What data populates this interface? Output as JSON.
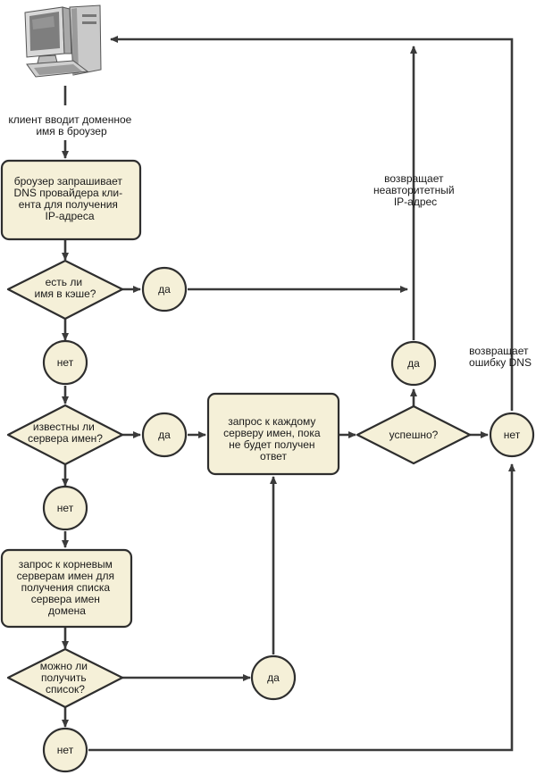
{
  "icons": {
    "computer": "desktop-computer-icon"
  },
  "colors": {
    "node_fill": "#f5f0d8",
    "stroke": "#2e2e2e",
    "line": "#3a3a3a"
  },
  "labels": {
    "client_enters": [
      "клиент вводит доменное",
      "имя в броузер"
    ],
    "returns_nonauth": [
      "возвращает",
      "неавторитетный",
      "IP-адрес"
    ],
    "returns_dns_error": [
      "возвращает",
      "ошибку DNS"
    ]
  },
  "nodes": {
    "browser_asks": [
      "броузер запрашивает",
      "DNS провайдера кли-",
      "ента для получения",
      "IP-адреса"
    ],
    "name_in_cache": [
      "есть ли",
      "имя в кэше?"
    ],
    "known_servers": [
      "известны ли",
      "сервера имен?"
    ],
    "query_each": [
      "запрос к каждому",
      "серверу имен, пока",
      "не будет получен",
      "ответ"
    ],
    "successful": [
      "успешно?"
    ],
    "query_root": [
      "запрос к корневым",
      "серверам имен для",
      "получения списка",
      "сервера имен",
      "домена"
    ],
    "can_get_list": [
      "можно ли",
      "получить",
      "список?"
    ],
    "yes_cache": "да",
    "no_cache": "нет",
    "yes_known": "да",
    "no_known": "нет",
    "yes_success": "да",
    "no_success": "нет",
    "yes_list": "да",
    "no_list": "нет"
  }
}
